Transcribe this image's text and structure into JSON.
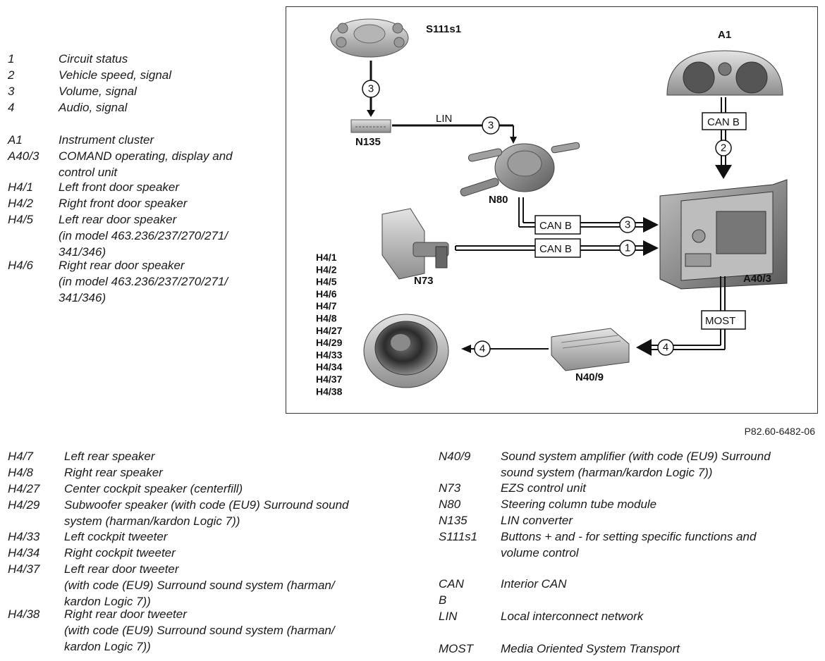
{
  "legend_top": [
    {
      "code": "1",
      "desc": "Circuit status"
    },
    {
      "code": "2",
      "desc": "Vehicle speed, signal"
    },
    {
      "code": "3",
      "desc": "Volume, signal"
    },
    {
      "code": "4",
      "desc": "Audio, signal"
    },
    {
      "code": "A1",
      "desc": "Instrument cluster"
    },
    {
      "code": "A40/3",
      "desc": "COMAND operating, display and\ncontrol unit"
    },
    {
      "code": "H4/1",
      "desc": "Left front door speaker"
    },
    {
      "code": "H4/2",
      "desc": "Right front door speaker"
    },
    {
      "code": "H4/5",
      "desc": "Left rear door speaker\n(in model 463.236/237/270/271/\n341/346)"
    },
    {
      "code": "H4/6",
      "desc": "Right rear door speaker\n(in model 463.236/237/270/271/\n341/346)"
    }
  ],
  "legend_bottom_left": [
    {
      "code": "H4/7",
      "desc": "Left rear speaker"
    },
    {
      "code": "H4/8",
      "desc": "Right rear speaker"
    },
    {
      "code": "H4/27",
      "desc": "Center cockpit speaker (centerfill)"
    },
    {
      "code": "H4/29",
      "desc": "Subwoofer speaker (with code (EU9) Surround sound\nsystem (harman/kardon Logic 7))"
    },
    {
      "code": "H4/33",
      "desc": "Left cockpit tweeter"
    },
    {
      "code": "H4/34",
      "desc": "Right cockpit tweeter"
    },
    {
      "code": "H4/37",
      "desc": "Left rear door tweeter\n(with code (EU9) Surround sound system (harman/\nkardon Logic 7))"
    },
    {
      "code": "H4/38",
      "desc": "Right rear door tweeter\n(with code (EU9) Surround sound system (harman/\nkardon Logic 7))"
    }
  ],
  "legend_bottom_right": [
    {
      "code": "N40/9",
      "desc": "Sound system amplifier (with code (EU9) Surround\nsound system (harman/kardon Logic 7))"
    },
    {
      "code": "N73",
      "desc": "EZS control unit"
    },
    {
      "code": "N80",
      "desc": "Steering column tube module"
    },
    {
      "code": "N135",
      "desc": "LIN converter"
    },
    {
      "code": "S111s1",
      "desc": "Buttons + and - for setting specific functions and\nvolume control"
    },
    {
      "code": "CAN B",
      "desc": "Interior CAN"
    },
    {
      "code": "LIN",
      "desc": "Local interconnect network"
    },
    {
      "code": "MOST",
      "desc": "Media Oriented System Transport"
    }
  ],
  "diagram": {
    "components": {
      "steering_wheel": "S111s1",
      "lin_converter": "N135",
      "instrument_cluster": "A1",
      "steering_column_module": "N80",
      "ezs_unit": "N73",
      "comand_unit": "A40/3",
      "amplifier": "N40/9"
    },
    "speaker_list": [
      "H4/1",
      "H4/2",
      "H4/5",
      "H4/6",
      "H4/7",
      "H4/8",
      "H4/27",
      "H4/29",
      "H4/33",
      "H4/34",
      "H4/37",
      "H4/38"
    ],
    "bus_labels": {
      "lin": "LIN",
      "can_cluster": "CAN B",
      "can_n80": "CAN B",
      "can_n73": "CAN B",
      "most": "MOST"
    },
    "signal_numbers": {
      "s111_to_n135": "3",
      "lin": "3",
      "cluster": "2",
      "n80": "3",
      "n73": "1",
      "most": "4",
      "audio": "4"
    }
  },
  "figure_ref": "P82.60-6482-06"
}
